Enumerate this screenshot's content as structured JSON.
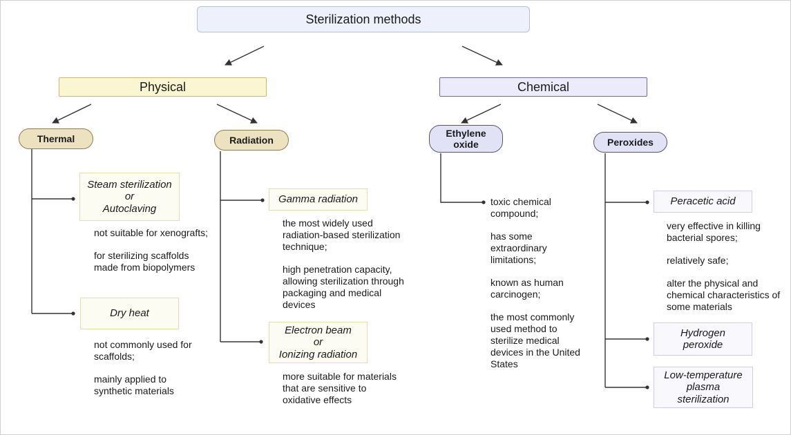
{
  "title": "Sterilization methods",
  "categories": {
    "physical": "Physical",
    "chemical": "Chemical"
  },
  "physical": {
    "thermal": {
      "label": "Thermal",
      "steam": {
        "lines": [
          "Steam sterilization",
          "or",
          "Autoclaving"
        ],
        "notes": [
          "not suitable for xenografts;",
          "for sterilizing scaffolds made from biopolymers"
        ]
      },
      "dry_heat": {
        "lines": [
          "Dry heat"
        ],
        "notes": [
          "not commonly used for scaffolds;",
          "mainly applied to synthetic materials"
        ]
      }
    },
    "radiation": {
      "label": "Radiation",
      "gamma": {
        "lines": [
          "Gamma radiation"
        ],
        "notes": [
          "the most widely used radiation-based sterilization technique;",
          "high penetration capacity, allowing sterilization through packaging and medical devices"
        ]
      },
      "electron": {
        "lines": [
          "Electron beam",
          "or",
          "Ionizing radiation"
        ],
        "notes": [
          "more suitable for materials that are sensitive to oxidative effects"
        ]
      }
    }
  },
  "chemical": {
    "ethylene_oxide": {
      "label_lines": [
        "Ethylene",
        "oxide"
      ],
      "notes": [
        "toxic chemical compound;",
        "has some extraordinary limitations;",
        "known as human carcinogen;",
        "the most commonly used method to sterilize medical devices in the United States"
      ]
    },
    "peroxides": {
      "label": "Peroxides",
      "peracetic": {
        "lines": [
          "Peracetic acid"
        ],
        "notes": [
          "very effective in killing bacterial spores;",
          "relatively safe;",
          "alter the physical and chemical characteristics of some materials"
        ]
      },
      "hydrogen": {
        "lines": [
          "Hydrogen",
          "peroxide"
        ]
      },
      "plasma": {
        "lines": [
          "Low-temperature",
          "plasma",
          "sterilization"
        ]
      }
    }
  }
}
